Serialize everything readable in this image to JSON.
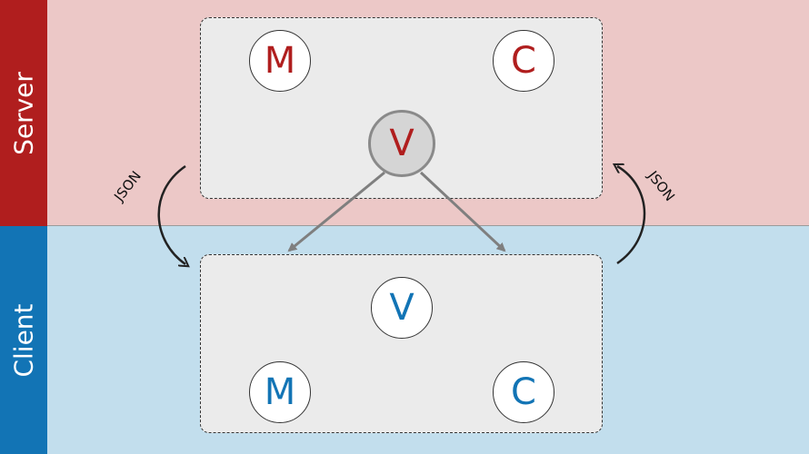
{
  "colors": {
    "server_bg": "#ecc8c7",
    "client_bg": "#c2deed",
    "server_accent": "#b01e1e",
    "client_accent": "#1274b5",
    "connector": "#7f7f7f"
  },
  "server": {
    "label": "Server",
    "nodes": {
      "model": "M",
      "controller": "C",
      "view": "V"
    }
  },
  "client": {
    "label": "Client",
    "nodes": {
      "view": "V",
      "model": "M",
      "controller": "C"
    }
  },
  "transfers": {
    "left_label": "JSON",
    "right_label": "JSON"
  }
}
